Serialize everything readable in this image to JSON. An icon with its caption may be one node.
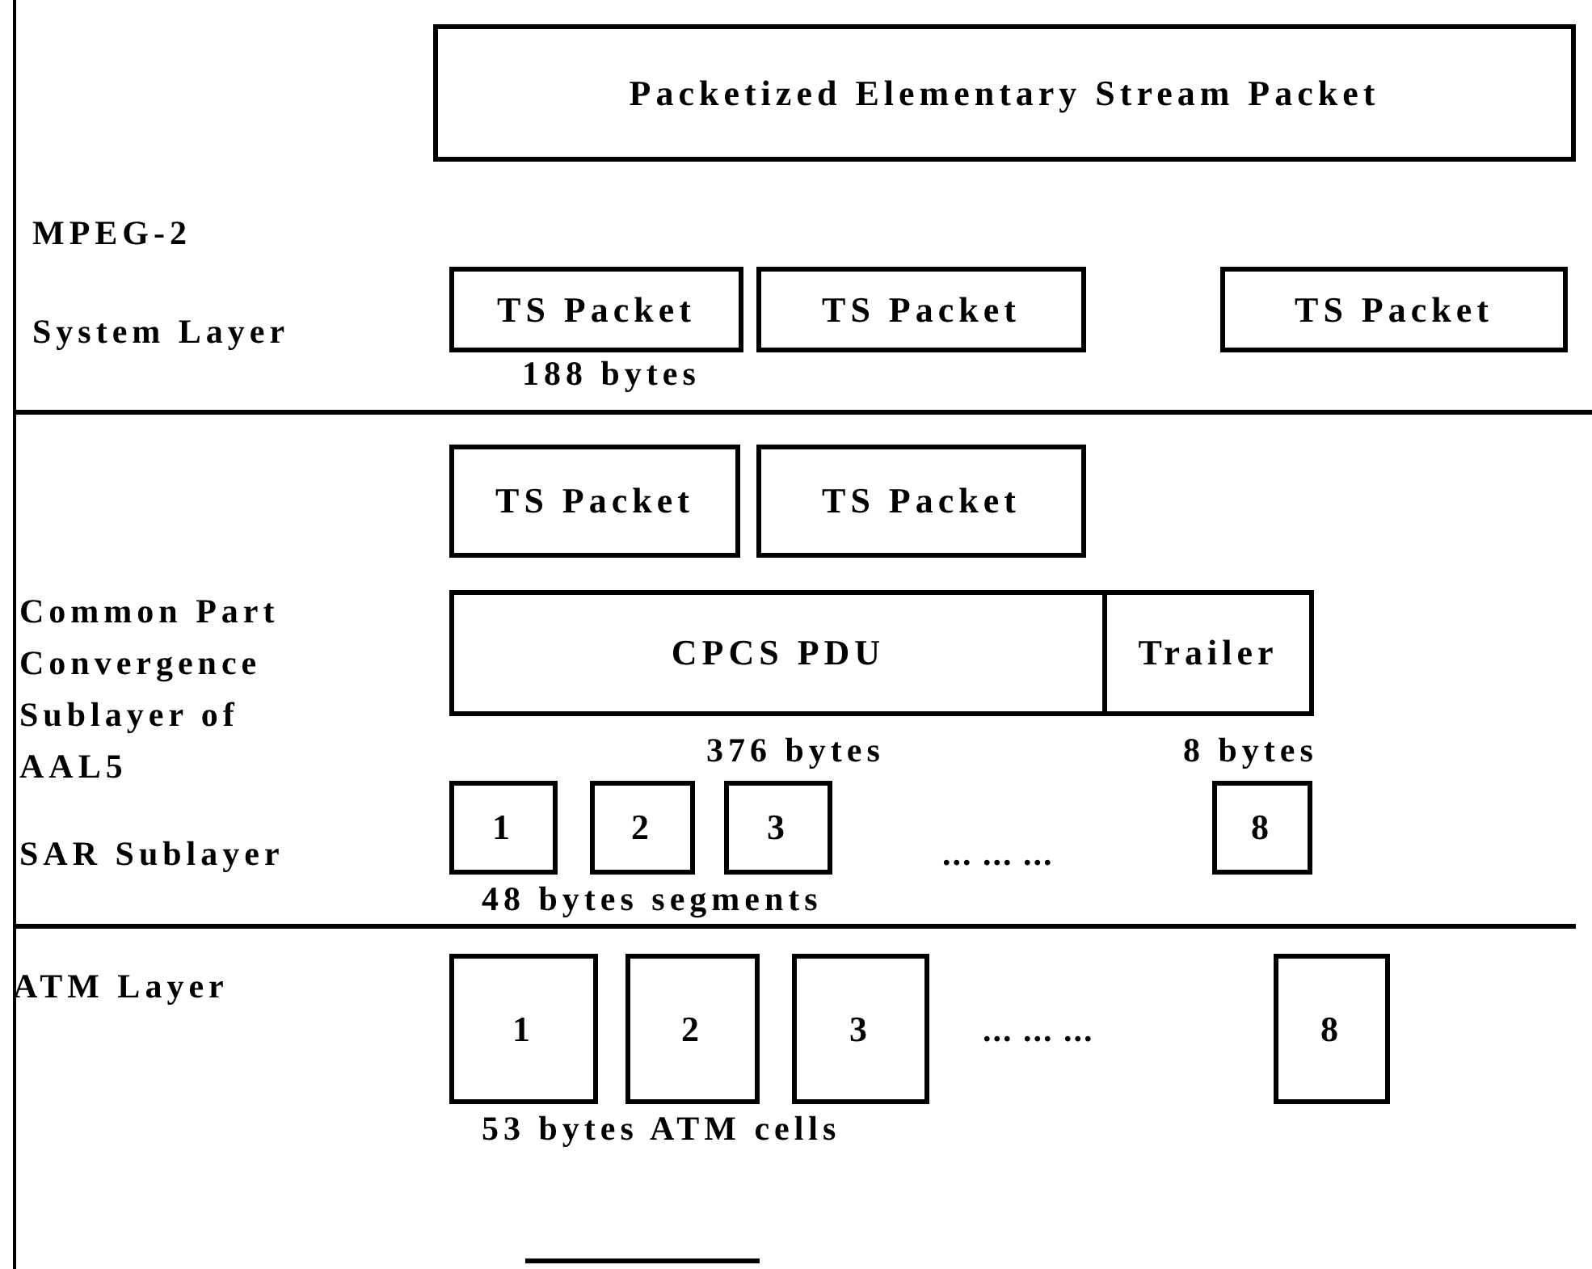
{
  "diagram": {
    "nodes": [
      {
        "text": [
          "Packetized Elementary Stream Packet"
        ]
      },
      {
        "text": [
          "TS Packet"
        ]
      },
      {
        "text": [
          "TS Packet"
        ]
      },
      {
        "text": [
          "TS Packet"
        ]
      },
      {
        "text": [
          "TS Packet"
        ]
      },
      {
        "text": [
          "TS Packet"
        ]
      },
      {
        "text": [
          "CPCS PDU"
        ]
      },
      {
        "text": [
          "Trailer"
        ]
      },
      {
        "text": [
          "1"
        ]
      },
      {
        "text": [
          "2"
        ]
      },
      {
        "text": [
          "3"
        ]
      },
      {
        "text": [
          "8"
        ]
      },
      {
        "text": [
          "1"
        ]
      },
      {
        "text": [
          "2"
        ]
      },
      {
        "text": [
          "3"
        ]
      },
      {
        "text": [
          "8"
        ]
      }
    ],
    "edges": [],
    "labels": [
      "MPEG-2",
      "System Layer",
      "188 bytes",
      "Common Part Convergence Sublayer of AAL5",
      "376 bytes",
      "8 bytes",
      "SAR Sublayer",
      "... ... ...",
      "48 bytes segments",
      "ATM Layer",
      "... ... ...",
      "53 bytes ATM cells"
    ]
  }
}
